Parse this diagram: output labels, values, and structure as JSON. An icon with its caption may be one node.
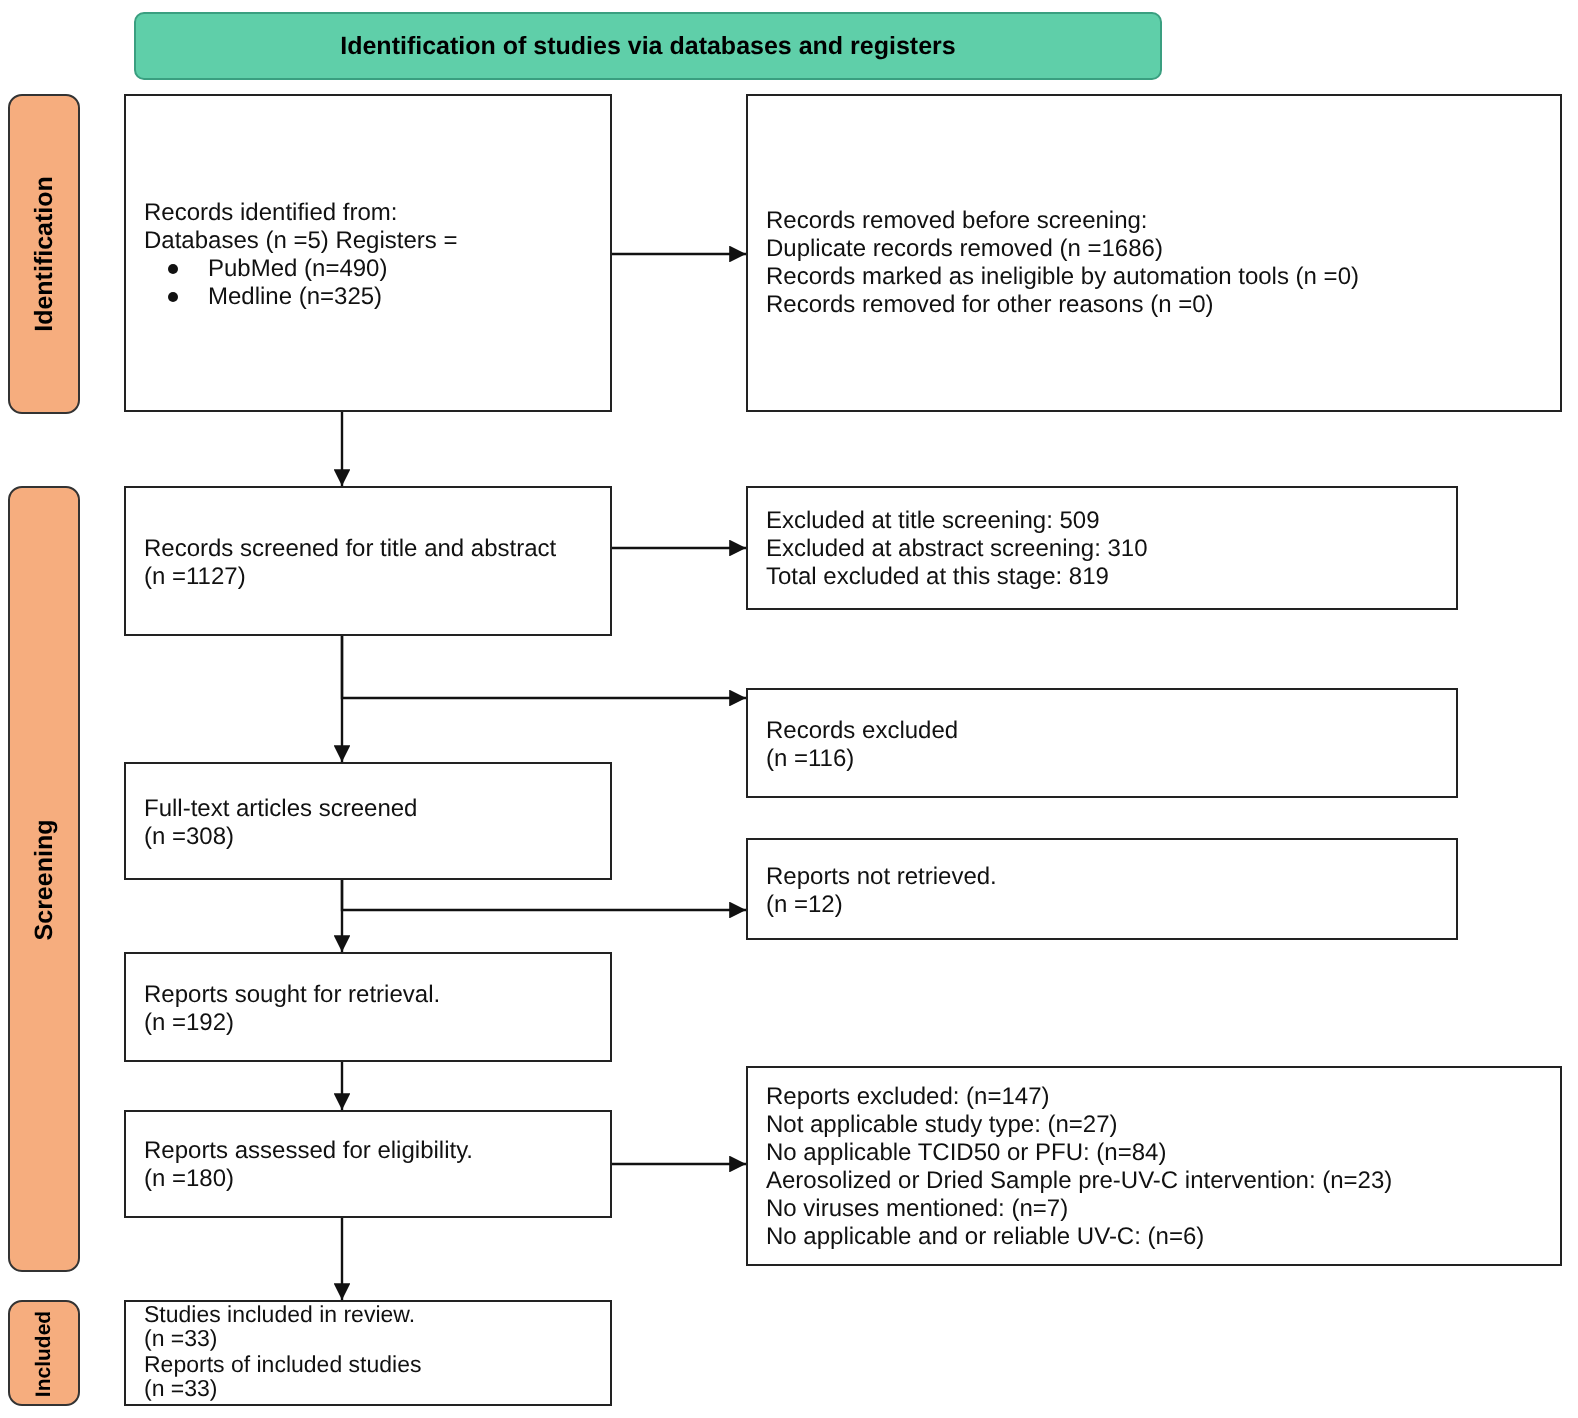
{
  "diagram": {
    "nodes": [
      {
        "text": [
          "Identification of studies via databases and registers"
        ]
      },
      {
        "text": [
          "Identification"
        ]
      },
      {
        "text": [
          "Records identified from:",
          "Databases (n =5) Registers =",
          "PubMed (n=490)",
          "Medline (n=325)"
        ]
      },
      {
        "text": [
          "Records removed before screening:",
          "Duplicate records removed (n =1686)",
          "Records marked as ineligible by automation tools (n =0)",
          "Records removed for other reasons (n =0)"
        ]
      },
      {
        "text": [
          "Screening"
        ]
      },
      {
        "text": [
          "Records screened for title and abstract",
          "(n =1127)"
        ]
      },
      {
        "text": [
          "Excluded at title screening: 509",
          "Excluded at abstract screening: 310",
          "Total excluded at this stage: 819"
        ]
      },
      {
        "text": [
          "Records excluded",
          "(n =116)"
        ]
      },
      {
        "text": [
          "Full-text articles screened",
          "(n =308)"
        ]
      },
      {
        "text": [
          "Reports not retrieved.",
          "(n =12)"
        ]
      },
      {
        "text": [
          "Reports sought for retrieval.",
          "(n =192)"
        ]
      },
      {
        "text": [
          "Reports assessed for eligibility.",
          "(n =180)"
        ]
      },
      {
        "text": [
          "Reports excluded: (n=147)",
          "Not applicable study type: (n=27)",
          "No applicable TCID50 or PFU: (n=84)",
          "Aerosolized or Dried Sample pre-UV-C intervention: (n=23)",
          "No viruses mentioned: (n=7)",
          "No applicable and or reliable UV-C: (n=6)"
        ]
      },
      {
        "text": [
          "Included"
        ]
      },
      {
        "text": [
          "Studies included in review.",
          "(n =33)",
          "Reports of included studies",
          "(n =33)"
        ]
      }
    ],
    "edges": [
      {
        "from": 2,
        "to": 3,
        "arrow": "to"
      },
      {
        "from": 2,
        "to": 5,
        "arrow": "to"
      },
      {
        "from": 5,
        "to": 6,
        "arrow": "to"
      },
      {
        "from": 5,
        "to": 8,
        "arrow": "to"
      },
      {
        "from": 5,
        "to": 7,
        "arrow": "to"
      },
      {
        "from": 8,
        "to": 9,
        "arrow": "to"
      },
      {
        "from": 8,
        "to": 10,
        "arrow": "to"
      },
      {
        "from": 10,
        "to": 11,
        "arrow": "to"
      },
      {
        "from": 11,
        "to": 12,
        "arrow": "to"
      },
      {
        "from": 11,
        "to": 14,
        "arrow": "to"
      }
    ]
  }
}
